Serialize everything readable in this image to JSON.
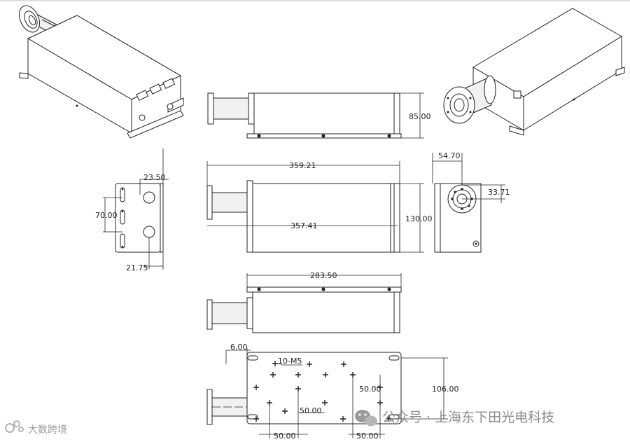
{
  "dimensions": {
    "height_side": "85.00",
    "overall_length": "359.21",
    "body_length": "357.41",
    "body_width": "130.00",
    "flange_offset_x": "54.70",
    "flange_offset_y": "33.71",
    "end_hole_top": "23.50",
    "end_hole_spacing": "70.00",
    "end_foot_width": "21.75",
    "base_length": "283.50",
    "edge_offset": "6.00",
    "thread_callout": "10-M5",
    "hole_pitch_a": "50.00",
    "hole_pitch_b": "50.00",
    "hole_pitch_bottom_left": "50.00",
    "hole_pitch_bottom_right": "50.00",
    "base_height": "106.00"
  },
  "watermark": {
    "channel_label": "公众号 · 上海东下田光电科技",
    "corner_label": "大数跨境"
  },
  "icons": {
    "wechat": "wechat-icon",
    "corner_logo": "brand-logo-icon"
  },
  "colors": {
    "line": "#222222",
    "watermark": "#8c8c8c"
  }
}
